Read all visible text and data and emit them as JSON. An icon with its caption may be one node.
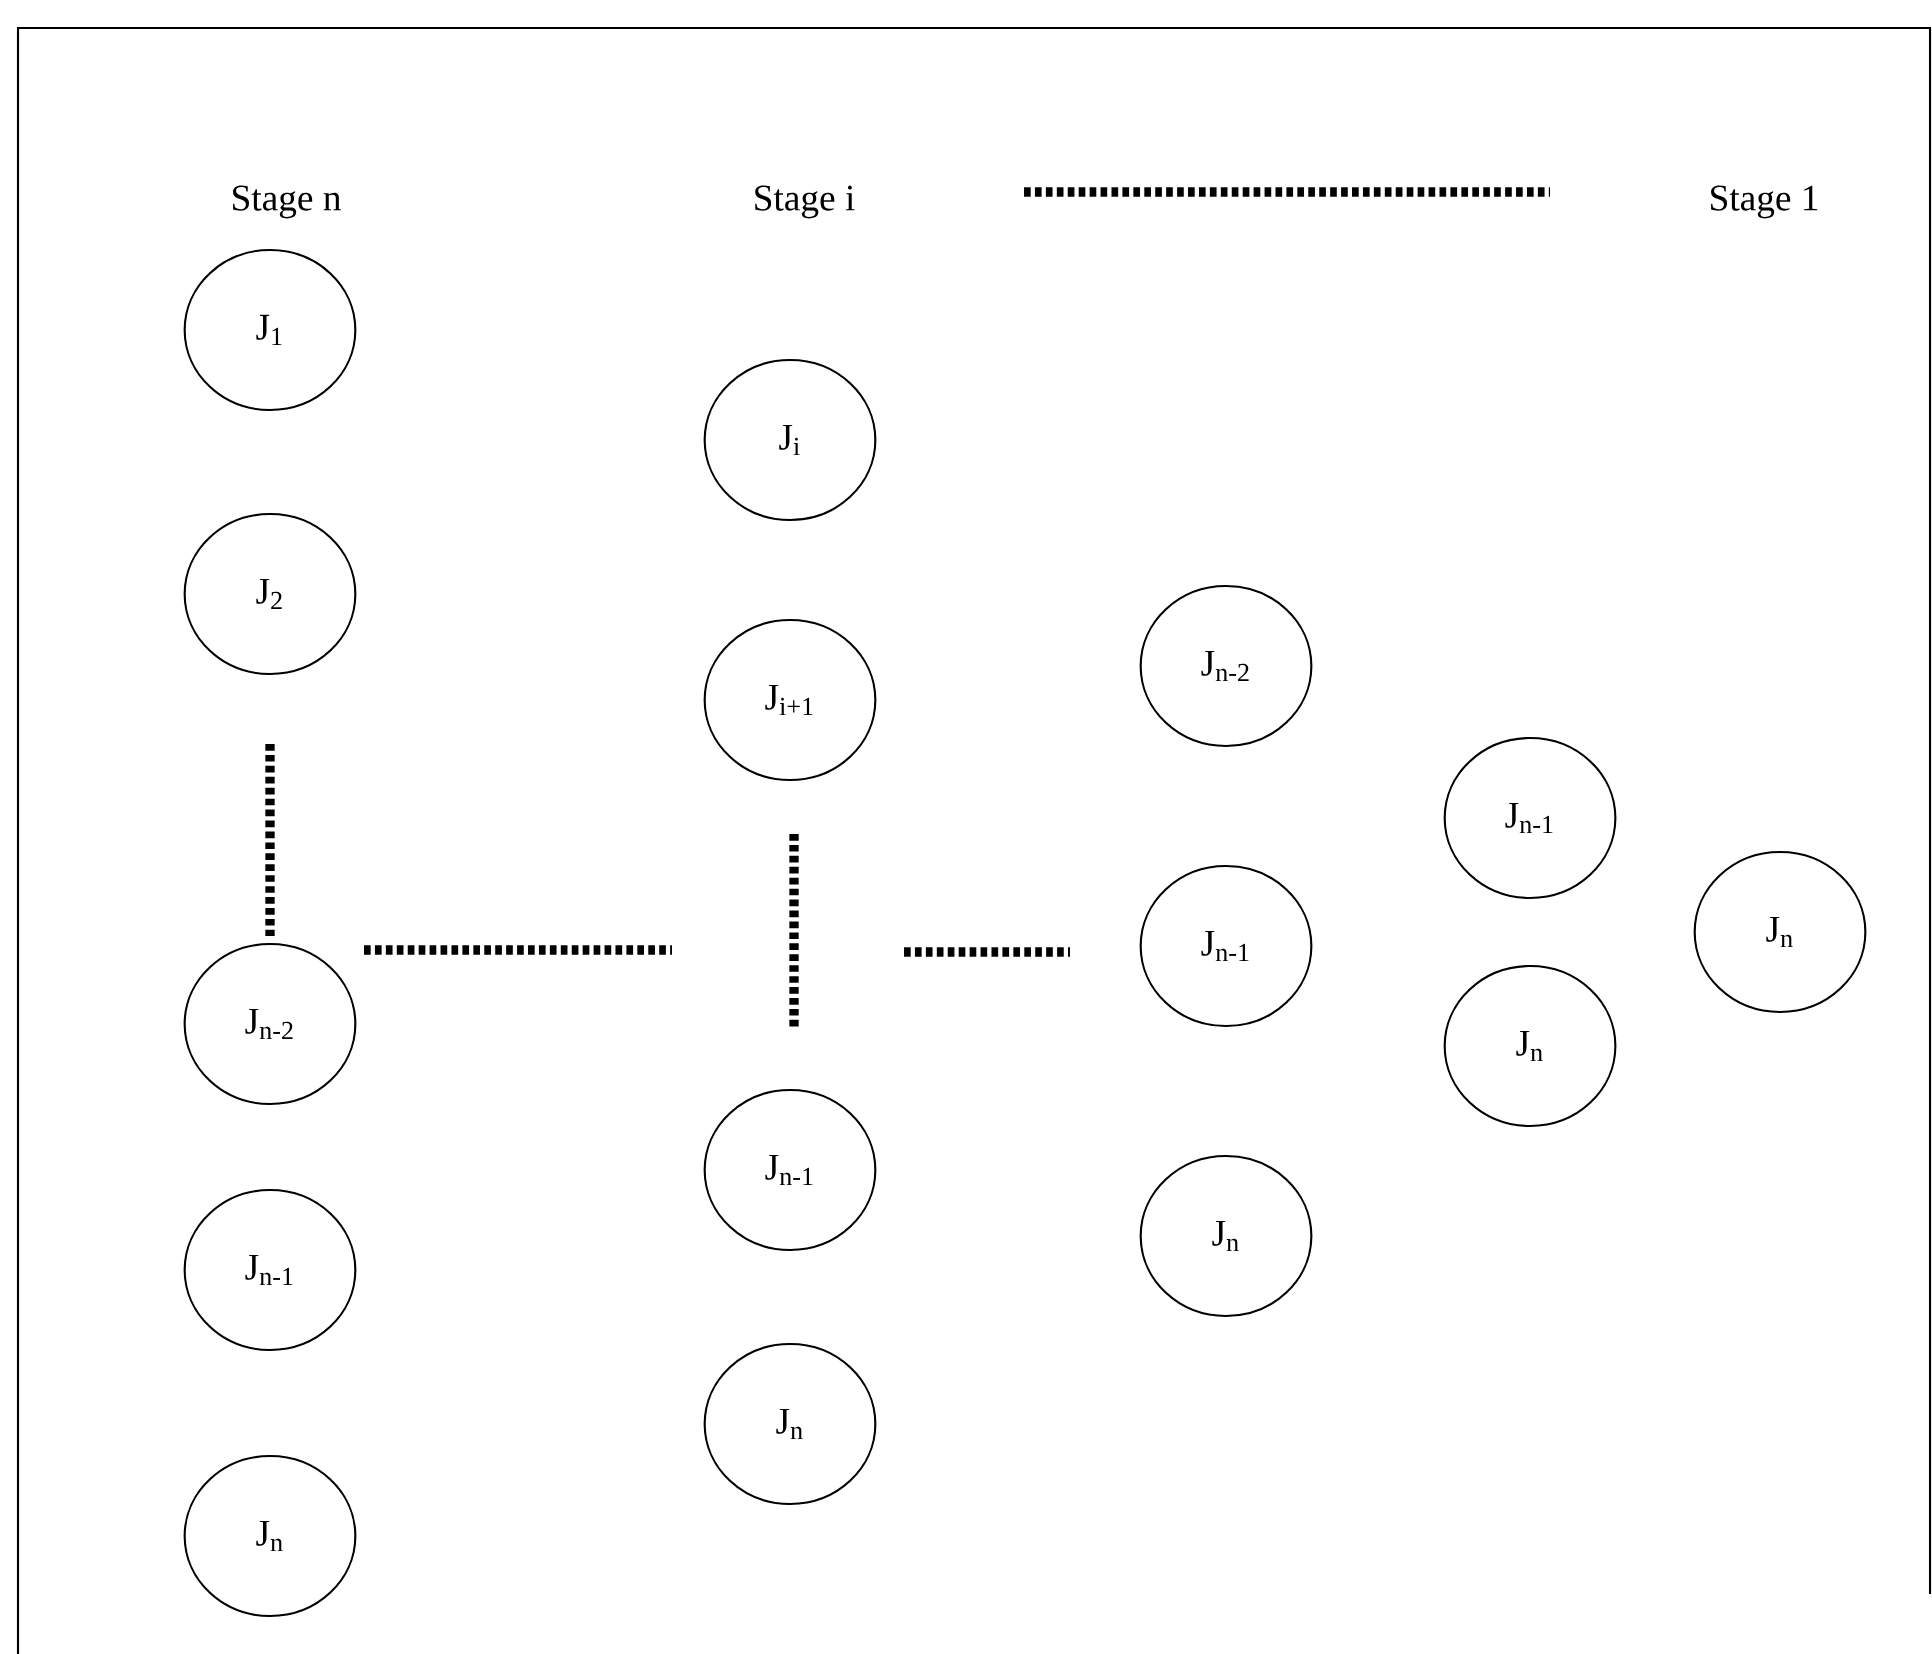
{
  "diagram": {
    "nodes": [
      {
        "text": [
          "J$_{1}$"
        ]
      },
      {
        "text": [
          "J$_{2}$"
        ]
      },
      {
        "text": [
          "J$_{n-2}$"
        ]
      },
      {
        "text": [
          "J$_{n-1}$"
        ]
      },
      {
        "text": [
          "J$_{n}$"
        ]
      },
      {
        "text": [
          "J$_{i}$"
        ]
      },
      {
        "text": [
          "J$_{i+1}$"
        ]
      },
      {
        "text": [
          "J$_{n-1}$"
        ]
      },
      {
        "text": [
          "J$_{n}$"
        ]
      },
      {
        "text": [
          "J$_{n-2}$"
        ]
      },
      {
        "text": [
          "J$_{n-1}$"
        ]
      },
      {
        "text": [
          "J$_{n}$"
        ]
      },
      {
        "text": [
          "J$_{n-1}$"
        ]
      },
      {
        "text": [
          "J$_{n}$"
        ]
      },
      {
        "text": [
          "J$_{n}$"
        ]
      }
    ],
    "labels": [
      "Stage n",
      "Stage i",
      "Stage 1"
    ]
  }
}
